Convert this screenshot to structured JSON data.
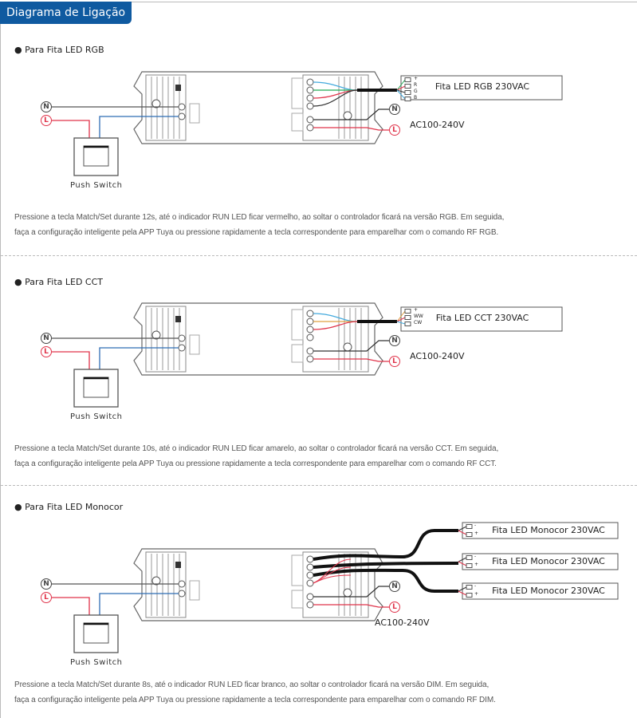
{
  "header": {
    "title": "Diagrama de Ligação"
  },
  "colors": {
    "header_bg": "#0f5aa0",
    "neutral_wire": "#555555",
    "live_wire": "#e0344b",
    "switch_wire": "#2f6db5",
    "cable": "#111111"
  },
  "sections": [
    {
      "title": "● Para Fita LED RGB",
      "strip_labels": [
        "Fita LED RGB 230VAC"
      ],
      "strip_pins": [
        "+",
        "R",
        "G",
        "B"
      ],
      "supply": "AC100-240V",
      "neutral": "N",
      "live": "L",
      "switch_label": "Push Switch",
      "text": [
        "Pressione a tecla Match/Set durante 12s, até o indicador RUN LED ficar vermelho, ao soltar o controlador ficará na versão RGB. Em seguida,",
        "faça a configuração inteligente pela APP Tuya ou pressione rapidamente a tecla correspondente para emparelhar com o comando RF RGB."
      ]
    },
    {
      "title": "● Para Fita LED CCT",
      "strip_labels": [
        "Fita LED CCT 230VAC"
      ],
      "strip_pins": [
        "+",
        "WW",
        "CW"
      ],
      "supply": "AC100-240V",
      "neutral": "N",
      "live": "L",
      "switch_label": "Push Switch",
      "text": [
        "Pressione a tecla Match/Set durante 10s, até o indicador RUN LED ficar amarelo, ao soltar o controlador ficará na versão CCT. Em seguida,",
        "faça a configuração inteligente pela APP Tuya ou pressione rapidamente a tecla correspondente para emparelhar com o comando RF CCT."
      ]
    },
    {
      "title": "● Para Fita LED Monocor",
      "strip_labels": [
        "Fita LED Monocor 230VAC",
        "Fita LED Monocor 230VAC",
        "Fita LED Monocor 230VAC"
      ],
      "strip_pins": [
        "-",
        "+"
      ],
      "supply": "AC100-240V",
      "neutral": "N",
      "live": "L",
      "switch_label": "Push Switch",
      "text": [
        "Pressione a tecla Match/Set durante 8s, até o indicador RUN LED ficar branco, ao soltar o controlador ficará na versão DIM. Em seguida,",
        "faça a configuração inteligente pela APP Tuya ou pressione rapidamente a tecla correspondente para emparelhar com o comando RF DIM."
      ]
    }
  ]
}
